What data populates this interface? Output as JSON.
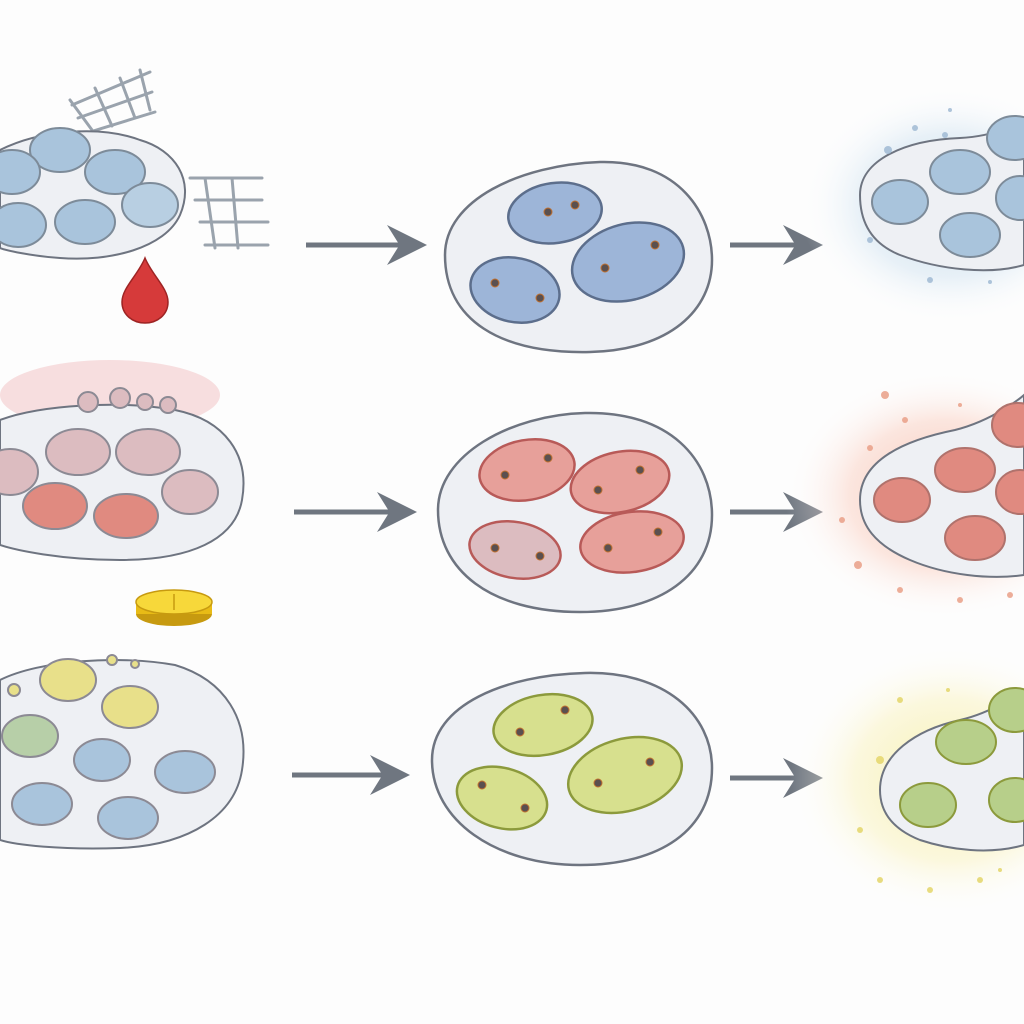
{
  "colors": {
    "background": "#fdfdfd",
    "tissue_fill": "#eef0f4",
    "tissue_stroke": "#6e7480",
    "arrow": "#6f7680",
    "blood_drop": "#d63a3a",
    "pill": "#f2cf24",
    "scaffold": "#9aa3ad"
  },
  "rows": [
    {
      "row_name": "blue",
      "cell_color": "#a9c4dc",
      "cell_color_alt": "#c6d7e6",
      "dividing_cell_color": "#9db5d8",
      "glow_color": "#bcd6ea",
      "stimulus_icon": "scaffold-and-blood-drop",
      "cells_start": 7,
      "dividing_cells": 3,
      "cells_end": 6
    },
    {
      "row_name": "red",
      "cell_color": "#e08a80",
      "cell_color_alt": "#dcbcc0",
      "dividing_cell_color": "#e7a09a",
      "glow_color": "#f6b9a6",
      "stimulus_icon": "pill",
      "cells_start": 8,
      "dividing_cells": 4,
      "cells_end": 6
    },
    {
      "row_name": "yellow-green",
      "cell_color": "#a9c4dc",
      "cell_color_alt": "#e8e08a",
      "dividing_cell_color": "#d7e08e",
      "glow_color": "#f6efa6",
      "stimulus_icon": "none",
      "cells_start": 9,
      "dividing_cells": 3,
      "cells_end": 5
    }
  ]
}
